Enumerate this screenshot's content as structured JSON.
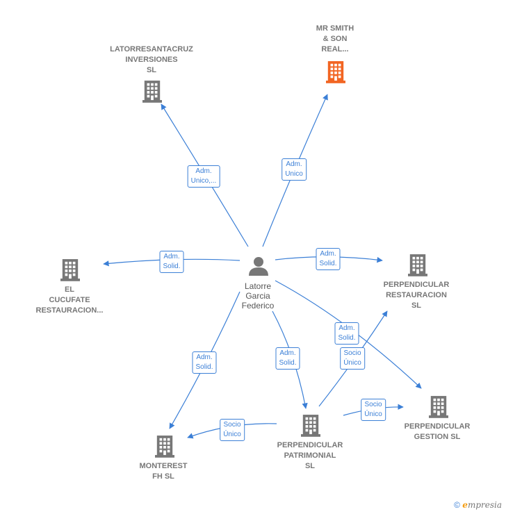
{
  "center": {
    "name_lines": [
      "Latorre",
      "Garcia",
      "Federico"
    ]
  },
  "companies": [
    {
      "id": "latorresantacruz",
      "lines": [
        "LATORRESANTACRUZ",
        "INVERSIONES",
        "SL"
      ],
      "highlight": false
    },
    {
      "id": "mrsmith",
      "lines": [
        "MR SMITH",
        "& SON",
        "REAL..."
      ],
      "highlight": true
    },
    {
      "id": "elcucufate",
      "lines": [
        "EL",
        "CUCUFATE",
        "RESTAURACION..."
      ],
      "highlight": false
    },
    {
      "id": "perp-restauracion",
      "lines": [
        "PERPENDICULAR",
        "RESTAURACION",
        "SL"
      ],
      "highlight": false
    },
    {
      "id": "perp-gestion",
      "lines": [
        "PERPENDICULAR",
        "GESTION  SL"
      ],
      "highlight": false
    },
    {
      "id": "perp-patrimonial",
      "lines": [
        "PERPENDICULAR",
        "PATRIMONIAL",
        "SL"
      ],
      "highlight": false
    },
    {
      "id": "monterest",
      "lines": [
        "MONTEREST",
        "FH  SL"
      ],
      "highlight": false
    }
  ],
  "edges": [
    {
      "id": "e1",
      "lines": [
        "Adm.",
        "Unico,..."
      ]
    },
    {
      "id": "e2",
      "lines": [
        "Adm.",
        "Unico"
      ]
    },
    {
      "id": "e3",
      "lines": [
        "Adm.",
        "Solid."
      ]
    },
    {
      "id": "e4",
      "lines": [
        "Adm.",
        "Solid."
      ]
    },
    {
      "id": "e5",
      "lines": [
        "Adm.",
        "Solid."
      ]
    },
    {
      "id": "e6",
      "lines": [
        "Adm.",
        "Solid."
      ]
    },
    {
      "id": "e7",
      "lines": [
        "Adm.",
        "Solid."
      ]
    },
    {
      "id": "e8",
      "lines": [
        "Socio",
        "Único"
      ]
    },
    {
      "id": "e9",
      "lines": [
        "Socio",
        "Único"
      ]
    },
    {
      "id": "e10",
      "lines": [
        "Socio",
        "Único"
      ]
    }
  ],
  "footer": {
    "copyright": "©",
    "brand_first": "e",
    "brand_rest": "mpresia"
  },
  "colors": {
    "edge": "#3b7fd6",
    "building": "#777777",
    "building_highlight": "#f26522",
    "person": "#777777"
  }
}
